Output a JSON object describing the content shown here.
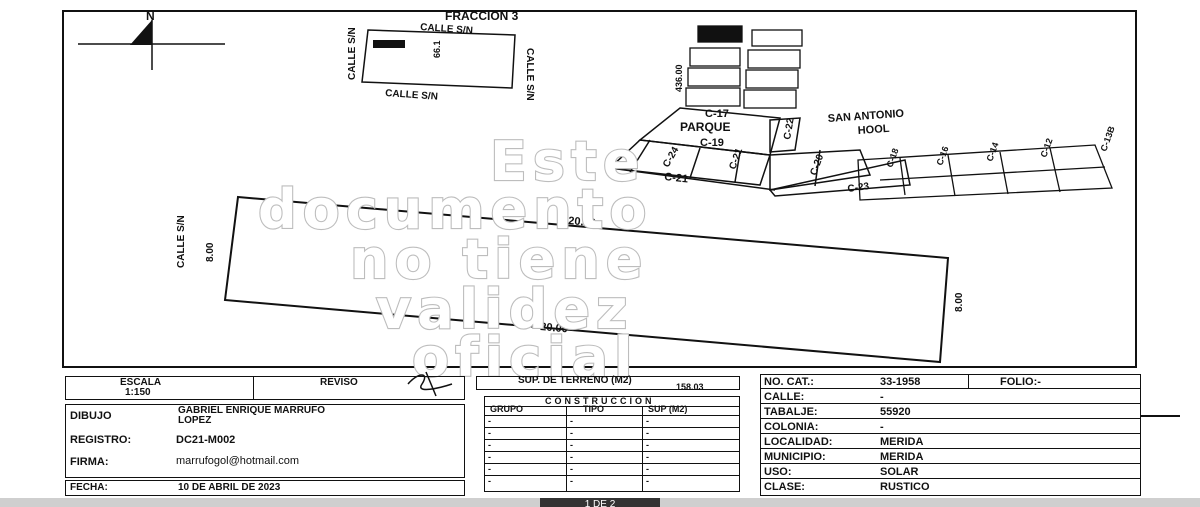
{
  "plan": {
    "north": "N",
    "fraccion": "FRACCION 3",
    "calle_top": "CALLE S/N",
    "calle_left": "CALLE S/N",
    "calle_right": "CALLE S/N",
    "calle_bottom": "CALLE S/N",
    "dim_small": "66.1",
    "dim_436": "436.00",
    "c17": "C-17",
    "parque": "PARQUE",
    "c19": "C-19",
    "c22": "C-22",
    "c24": "C-24",
    "c21_small": "C-21",
    "c20": "C-20",
    "c21": "C-21",
    "c23": "C-23",
    "c18": "C-18",
    "c16": "C-16",
    "c14": "C-14",
    "c12": "C-12",
    "c13b": "C-13B",
    "san_antonio_1": "SAN ANTONIO",
    "san_antonio_2": "HOOL",
    "lot_top": "20.00",
    "lot_bottom": "20.00",
    "lot_left": "8.00",
    "lot_right": "8.00",
    "lot_calle": "CALLE S/N"
  },
  "watermark": [
    "Este",
    "documento",
    "no tiene",
    "validez",
    "oficial"
  ],
  "title_block": {
    "escala_label": "ESCALA",
    "escala_value": "1:150",
    "reviso_label": "REVISO",
    "sup_label": "SUP. DE TERRENO (M2)",
    "sup_value": "158.03",
    "dibujo_label": "DIBUJO",
    "dibujo_value_1": "GABRIEL ENRIQUE MARRUFO",
    "dibujo_value_2": "LOPEZ",
    "registro_label": "REGISTRO:",
    "registro_value": "DC21-M002",
    "firma_label": "FIRMA:",
    "firma_value": "marrufogol@hotmail.com",
    "fecha_label": "FECHA:",
    "fecha_value": "10 DE ABRIL DE 2023",
    "construccion_label": "CONSTRUCCION",
    "col_grupo": "GRUPO",
    "col_tipo": "TIPO",
    "col_sup": "SUP (M2)",
    "dash": "-"
  },
  "info": {
    "nocat_label": "NO. CAT.:",
    "nocat_value": "33-1958",
    "folio_label": "FOLIO:-",
    "calle_label": "CALLE:",
    "calle_value": "-",
    "tablaje_label": "TABALJE:",
    "tablaje_value": "55920",
    "colonia_label": "COLONIA:",
    "colonia_value": "-",
    "localidad_label": "LOCALIDAD:",
    "localidad_value": "MERIDA",
    "municipio_label": "MUNICIPIO:",
    "municipio_value": "MERIDA",
    "uso_label": "USO:",
    "uso_value": "SOLAR",
    "clase_label": "CLASE:",
    "clase_value": "RUSTICO"
  },
  "pager": "1 DE 2"
}
